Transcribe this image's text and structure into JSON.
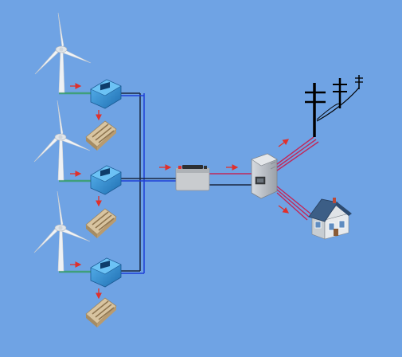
{
  "diagram": {
    "title": "",
    "background": "#6fa3e4",
    "components": [
      {
        "id": "turbine-1",
        "kind": "wind-turbine"
      },
      {
        "id": "turbine-2",
        "kind": "wind-turbine"
      },
      {
        "id": "turbine-3",
        "kind": "wind-turbine"
      },
      {
        "id": "controller-1",
        "kind": "charge-controller"
      },
      {
        "id": "controller-2",
        "kind": "charge-controller"
      },
      {
        "id": "controller-3",
        "kind": "charge-controller"
      },
      {
        "id": "dump-load-1",
        "kind": "dump-load-resistor"
      },
      {
        "id": "dump-load-2",
        "kind": "dump-load-resistor"
      },
      {
        "id": "dump-load-3",
        "kind": "dump-load-resistor"
      },
      {
        "id": "battery",
        "kind": "battery-bank"
      },
      {
        "id": "inverter",
        "kind": "grid-tie-inverter"
      },
      {
        "id": "utility-pole",
        "kind": "power-grid"
      },
      {
        "id": "house",
        "kind": "home-load"
      }
    ],
    "colors": {
      "wire_dark": "#1a2740",
      "wire_blue": "#1f3fd6",
      "arrow_red": "#e0302c",
      "ac_line_red": "#c0285a",
      "controller_blue": "#2d8fd4",
      "dump_load": "#c9b38f",
      "inverter_gray": "#b9bec4",
      "battery_gray": "#c9cccf"
    }
  }
}
